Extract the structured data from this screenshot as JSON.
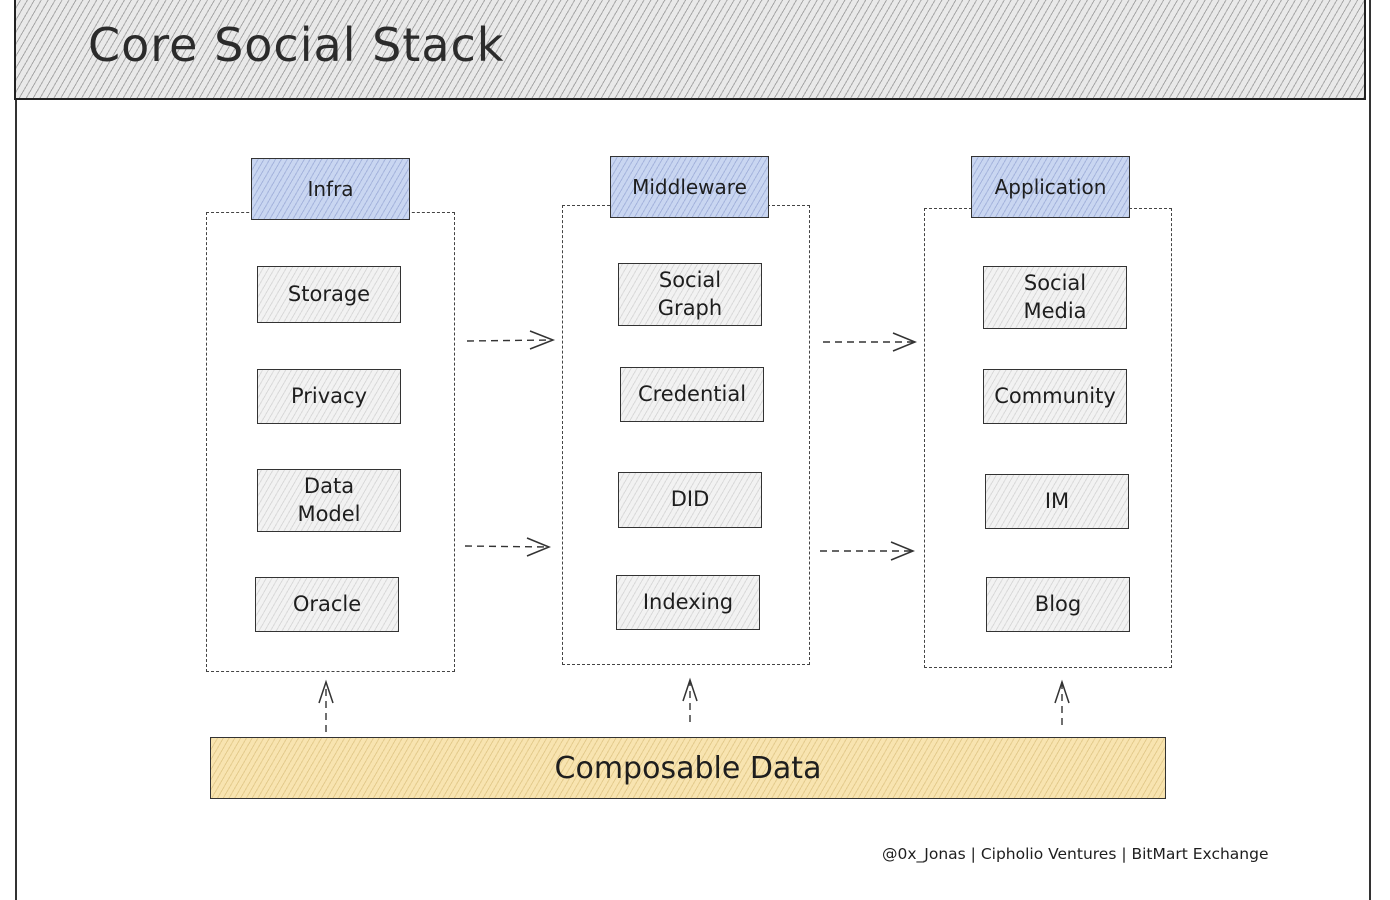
{
  "title": "Core Social Stack",
  "columns": [
    {
      "label": "Infra",
      "items": [
        "Storage",
        "Privacy",
        "Data\nModel",
        "Oracle"
      ]
    },
    {
      "label": "Middleware",
      "items": [
        "Social\nGraph",
        "Credential",
        "DID",
        "Indexing"
      ]
    },
    {
      "label": "Application",
      "items": [
        "Social\nMedia",
        "Community",
        "IM",
        "Blog"
      ]
    }
  ],
  "base": {
    "label": "Composable Data"
  },
  "credit": "@0x_Jonas | Cipholio Ventures | BitMart Exchange",
  "colors": {
    "category_fill": "#c9d6f1",
    "base_fill": "#f8e4b0",
    "item_fill": "#f2f2f2",
    "stroke": "#333333"
  }
}
